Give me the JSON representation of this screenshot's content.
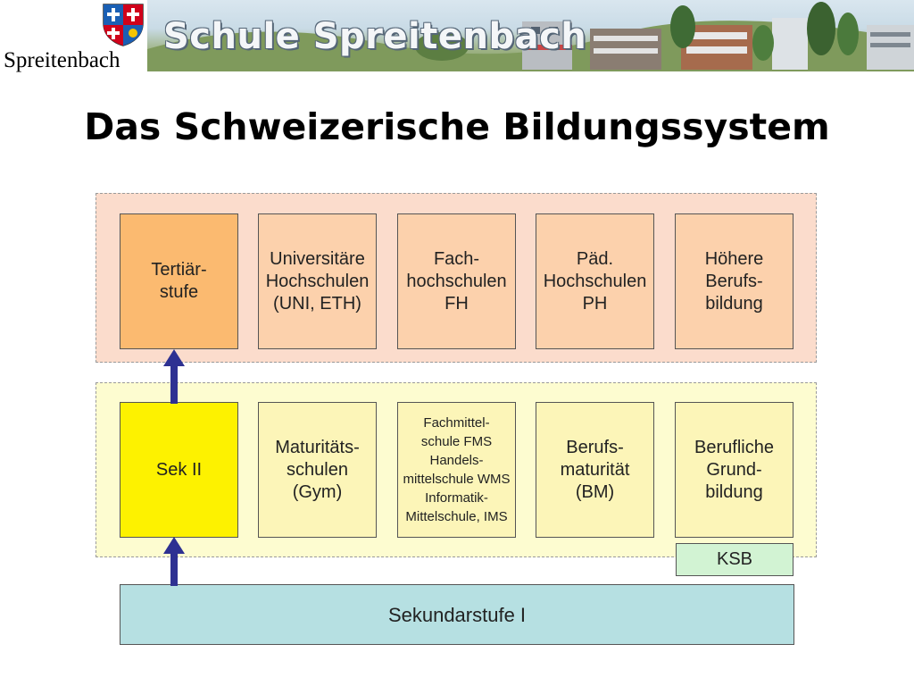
{
  "header": {
    "town_name": "Spreitenbach",
    "banner_title": "Schule Spreitenbach"
  },
  "page": {
    "title": "Das Schweizerische Bildungssystem"
  },
  "diagram": {
    "tertiary": {
      "main": "Tertiär-\nstufe",
      "boxes": [
        "Universitäre\nHochschulen\n(UNI, ETH)",
        "Fach-\nhochschulen\nFH",
        "Päd.\nHochschulen\nPH",
        "Höhere\nBerufs-\nbildung"
      ]
    },
    "sek2": {
      "main": "Sek II",
      "boxes": [
        "Maturitäts-\nschulen\n(Gym)",
        "Fachmittel-\nschule FMS\nHandels-\nmittelschule WMS\nInformatik-\nMittelschule, IMS",
        "Berufs-\nmaturität\n(BM)",
        "Berufliche\nGrund-\nbildung"
      ],
      "ksb": "KSB"
    },
    "sek1": {
      "label": "Sekundarstufe I"
    }
  },
  "colors": {
    "tertiary_band": "#fbdccc",
    "tertiary_main": "#fbba70",
    "tertiary_box": "#fcd1ac",
    "sek2_band": "#fdfcd0",
    "sek2_main": "#fdf200",
    "sek2_box": "#fcf5b8",
    "ksb": "#d2f3d3",
    "sek1": "#b6e0e2",
    "arrow": "#2e3192"
  }
}
